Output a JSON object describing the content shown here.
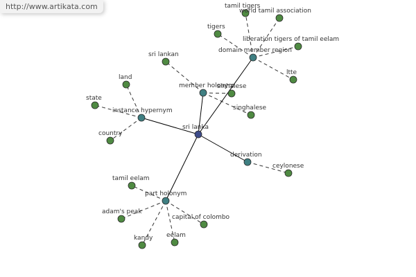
{
  "watermark": "http://www.artikata.com",
  "colors": {
    "root": "#3d4b8a",
    "relation": "#3f7f82",
    "leaf": "#4f8a42",
    "solid_edge": "#000000",
    "dashed_edge": "#333333"
  },
  "graph": {
    "root": "sri lanka",
    "relations": [
      {
        "label": "member holonym",
        "terms": [
          "sinhalese",
          "singhalese",
          "sri lankan"
        ]
      },
      {
        "label": "domain member region",
        "terms": [
          "tamil tigers",
          "world tamil association",
          "tigers",
          "liberation tigers of tamil eelam",
          "ltte"
        ]
      },
      {
        "label": "instance hypernym",
        "terms": [
          "land",
          "state",
          "country"
        ]
      },
      {
        "label": "derivation",
        "terms": [
          "ceylonese"
        ]
      },
      {
        "label": "part holonym",
        "terms": [
          "tamil eelam",
          "adam's peak",
          "kandy",
          "eelam",
          "capital of colombo"
        ]
      }
    ]
  }
}
